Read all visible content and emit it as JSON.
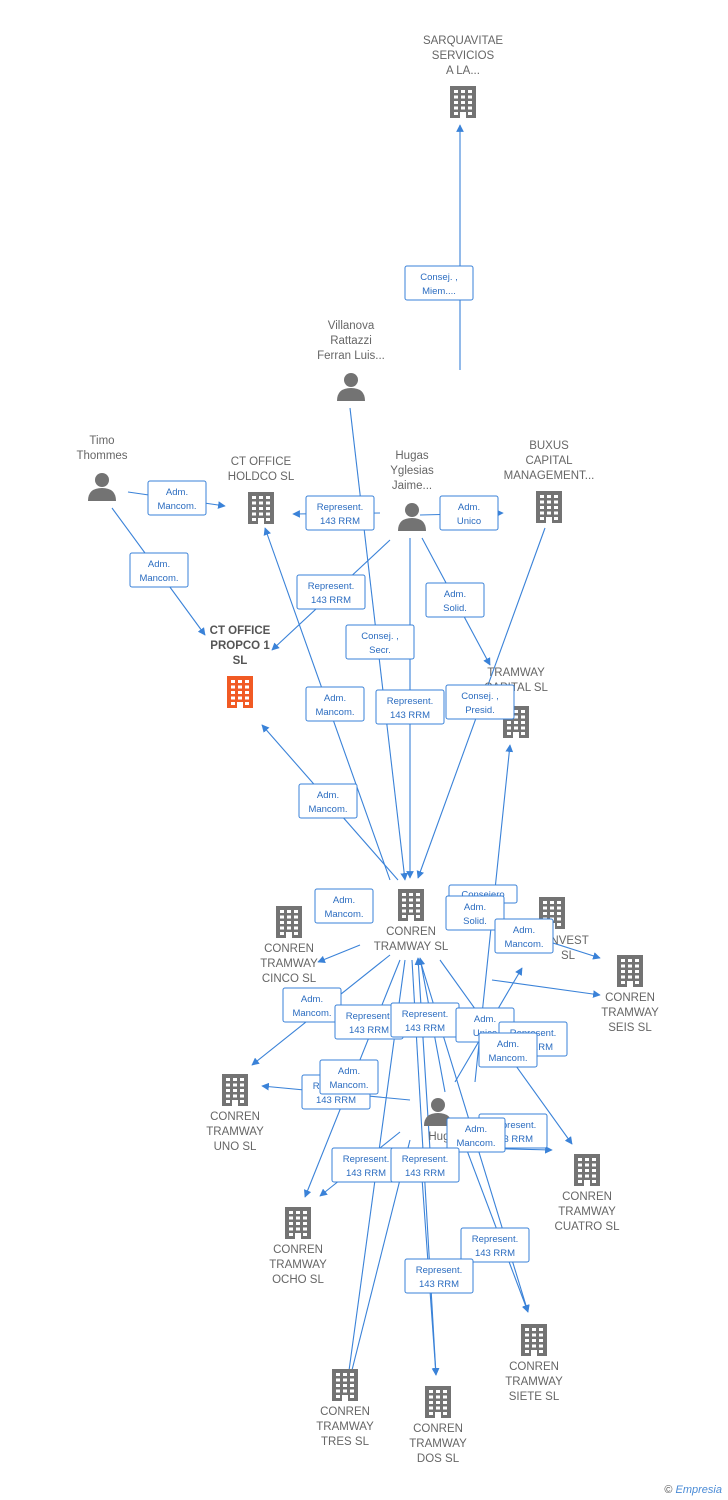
{
  "colors": {
    "edge": "#3a82d8",
    "company": "#737373",
    "person": "#737373",
    "focus": "#f15a24"
  },
  "nodes": [
    {
      "id": "sarquavitae",
      "type": "company",
      "lines": [
        "SARQUAVITAE",
        "SERVICIOS",
        "A LA..."
      ]
    },
    {
      "id": "villanova",
      "type": "person",
      "lines": [
        "Villanova",
        "Rattazzi",
        "Ferran Luis..."
      ]
    },
    {
      "id": "timo",
      "type": "person",
      "lines": [
        "Timo",
        "Thommes"
      ]
    },
    {
      "id": "holdco",
      "type": "company",
      "lines": [
        "CT OFFICE",
        "HOLDCO  SL"
      ]
    },
    {
      "id": "hugas_yglesias",
      "type": "person",
      "lines": [
        "Hugas",
        "Yglesias",
        "Jaime..."
      ]
    },
    {
      "id": "buxus",
      "type": "company",
      "lines": [
        "BUXUS",
        "CAPITAL",
        "MANAGEMENT..."
      ]
    },
    {
      "id": "propco",
      "type": "company",
      "focus": true,
      "lines": [
        "CT OFFICE",
        "PROPCO 1",
        "SL"
      ]
    },
    {
      "id": "tramway_capital",
      "type": "company",
      "lines": [
        "TRAMWAY",
        "CAPITAL  SL"
      ]
    },
    {
      "id": "conren_tramway",
      "type": "company",
      "lines": [
        "CONREN",
        "TRAMWAY  SL"
      ]
    },
    {
      "id": "tramway_invest",
      "type": "company",
      "lines": [
        "INVEST",
        "SL"
      ]
    },
    {
      "id": "cinco",
      "type": "company",
      "lines": [
        "CONREN",
        "TRAMWAY",
        "CINCO  SL"
      ]
    },
    {
      "id": "seis",
      "type": "company",
      "lines": [
        "CONREN",
        "TRAMWAY",
        "SEIS  SL"
      ]
    },
    {
      "id": "uno",
      "type": "company",
      "lines": [
        "CONREN",
        "TRAMWAY",
        "UNO  SL"
      ]
    },
    {
      "id": "hugas2",
      "type": "person",
      "lines": [
        "Hugas",
        "s",
        "co"
      ]
    },
    {
      "id": "cuatro",
      "type": "company",
      "lines": [
        "CONREN",
        "TRAMWAY",
        "CUATRO  SL"
      ]
    },
    {
      "id": "ocho",
      "type": "company",
      "lines": [
        "CONREN",
        "TRAMWAY",
        "OCHO  SL"
      ]
    },
    {
      "id": "siete",
      "type": "company",
      "lines": [
        "CONREN",
        "TRAMWAY",
        "SIETE  SL"
      ]
    },
    {
      "id": "tres",
      "type": "company",
      "lines": [
        "CONREN",
        "TRAMWAY",
        "TRES  SL"
      ]
    },
    {
      "id": "dos",
      "type": "company",
      "lines": [
        "CONREN",
        "TRAMWAY",
        "DOS  SL"
      ]
    }
  ],
  "badges": [
    {
      "id": "b01",
      "lines": [
        "Consej. ,",
        "Miem...."
      ]
    },
    {
      "id": "b02",
      "lines": [
        "Adm.",
        "Mancom."
      ]
    },
    {
      "id": "b03",
      "lines": [
        "Represent.",
        "143 RRM"
      ]
    },
    {
      "id": "b04",
      "lines": [
        "Adm.",
        "Unico"
      ]
    },
    {
      "id": "b05",
      "lines": [
        "Adm.",
        "Mancom."
      ]
    },
    {
      "id": "b06",
      "lines": [
        "Represent.",
        "143 RRM"
      ]
    },
    {
      "id": "b07",
      "lines": [
        "Adm.",
        "Solid."
      ]
    },
    {
      "id": "b08",
      "lines": [
        "Consej. ,",
        "Secr."
      ]
    },
    {
      "id": "b09",
      "lines": [
        "Adm.",
        "Mancom."
      ]
    },
    {
      "id": "b10",
      "lines": [
        "Represent.",
        "143 RRM"
      ]
    },
    {
      "id": "b11",
      "lines": [
        "Consej. ,",
        "Presid."
      ]
    },
    {
      "id": "b12",
      "lines": [
        "Adm.",
        "Mancom."
      ]
    },
    {
      "id": "b13",
      "lines": [
        "Adm.",
        "Mancom."
      ]
    },
    {
      "id": "b14",
      "lines": [
        "Consejero"
      ]
    },
    {
      "id": "b15",
      "lines": [
        "Adm.",
        "Solid."
      ]
    },
    {
      "id": "b16",
      "lines": [
        "Adm.",
        "Mancom."
      ]
    },
    {
      "id": "b17",
      "lines": [
        "Adm.",
        "Mancom."
      ]
    },
    {
      "id": "b18",
      "lines": [
        "Represent.",
        "143 RRM"
      ]
    },
    {
      "id": "b19",
      "lines": [
        "Represent.",
        "143 RRM"
      ]
    },
    {
      "id": "b20",
      "lines": [
        "Adm.",
        "Unico"
      ]
    },
    {
      "id": "b21",
      "lines": [
        "Represent.",
        "143 RRM"
      ]
    },
    {
      "id": "b22",
      "lines": [
        "Adm.",
        "Mancom."
      ]
    },
    {
      "id": "b23",
      "lines": [
        "Represent.",
        "143 RRM"
      ]
    },
    {
      "id": "b24",
      "lines": [
        "Adm.",
        "Mancom."
      ]
    },
    {
      "id": "b25",
      "lines": [
        "Represent.",
        "143 RRM"
      ]
    },
    {
      "id": "b26",
      "lines": [
        "Represent.",
        "143 RRM"
      ]
    },
    {
      "id": "b27",
      "lines": [
        "Adm.",
        "Mancom."
      ]
    },
    {
      "id": "b28",
      "lines": [
        "Represent.",
        "143 RRM"
      ]
    },
    {
      "id": "b29",
      "lines": [
        "Represent.",
        "143 RRM"
      ]
    },
    {
      "id": "b30",
      "lines": [
        "Represent.",
        "143 RRM"
      ]
    }
  ],
  "brand": {
    "symbol": "©",
    "name": "Empresia"
  }
}
